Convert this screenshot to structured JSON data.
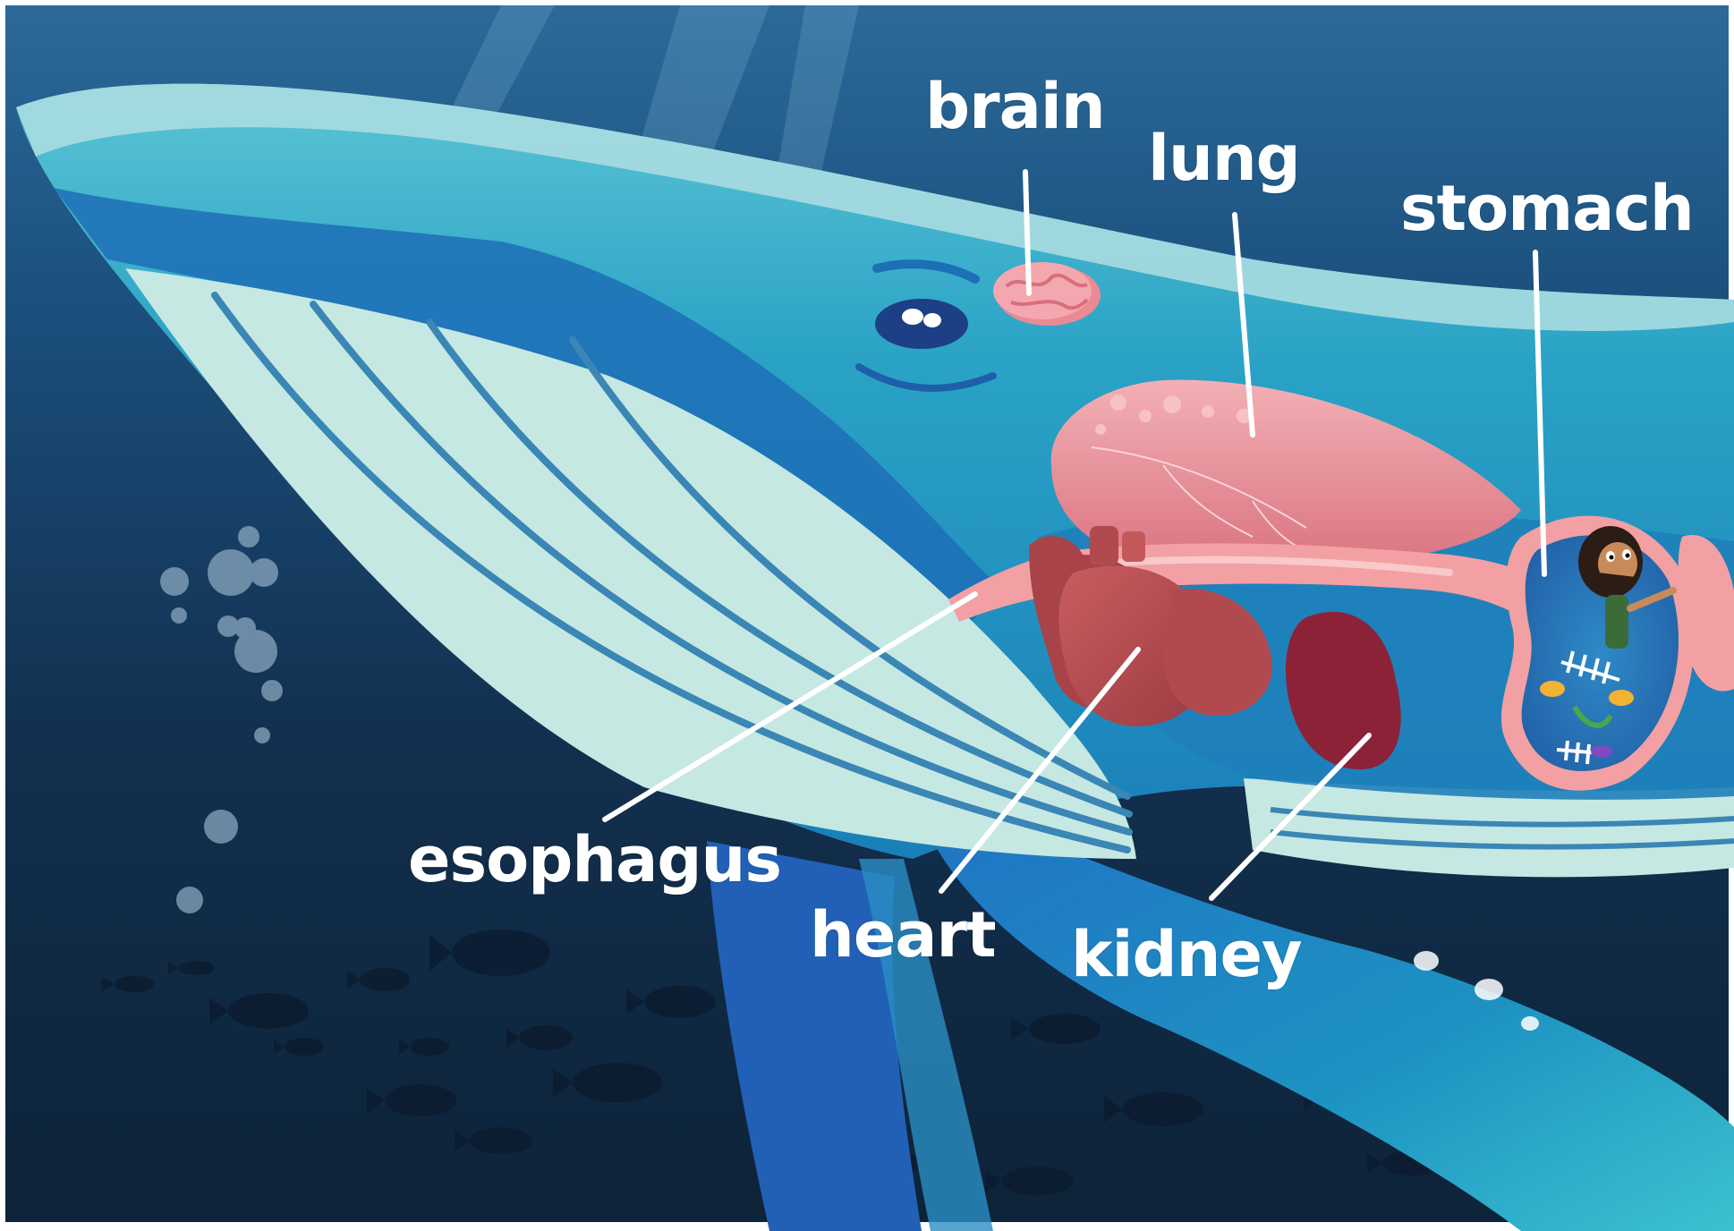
{
  "labels": {
    "brain": "brain",
    "lung": "lung",
    "stomach": "stomach",
    "esophagus": "esophagus",
    "heart": "heart",
    "kidney": "kidney"
  },
  "colors": {
    "deep_ocean": "#0f2640",
    "upper_ocean": "#1b4f7c",
    "whale_body": "#1c8fc0",
    "whale_light": "#3fb0c9",
    "whale_belly": "#c8e8e3",
    "belly_stripe": "#3a86b5",
    "lung": "#e68f9a",
    "heart": "#b04a4f",
    "kidney": "#8c2238",
    "brain": "#f4a7ae",
    "esophagus": "#f2a0a3",
    "label_text": "#ffffff"
  },
  "icons": [
    "whale",
    "fish-school",
    "bubbles",
    "person-inside-stomach",
    "fish-skeleton"
  ]
}
